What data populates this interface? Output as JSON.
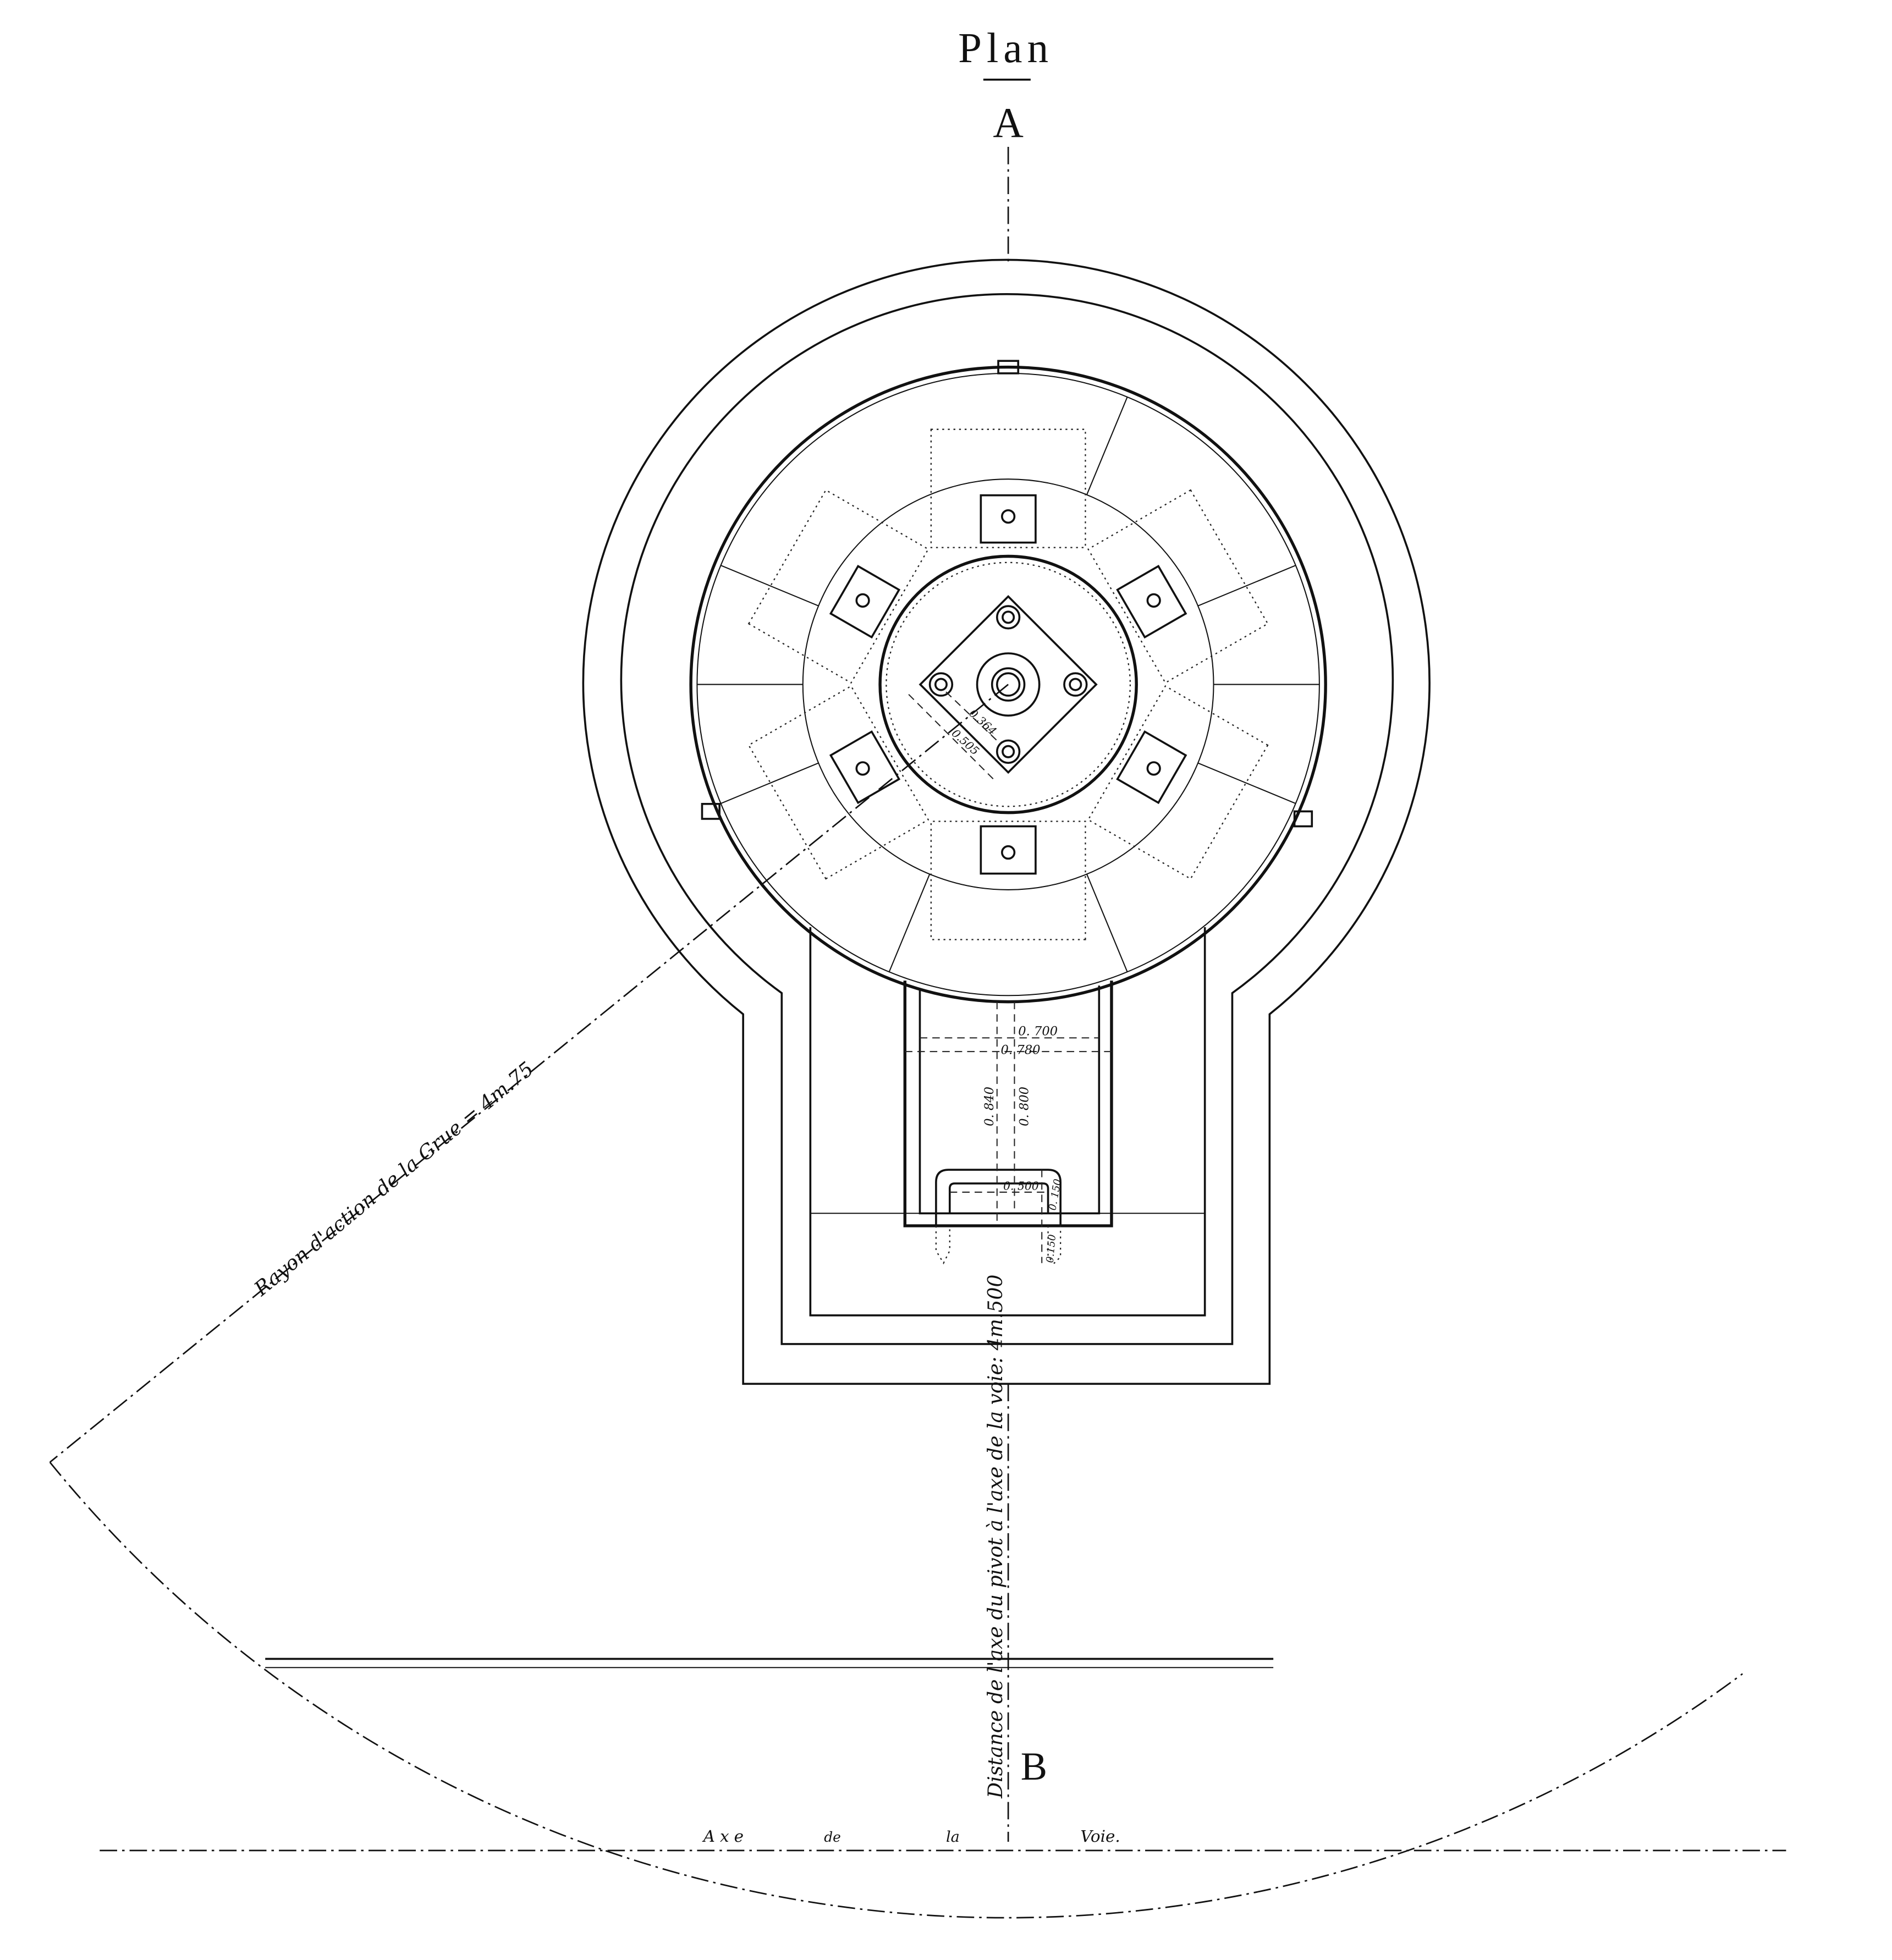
{
  "title": "Plan",
  "section_marks": {
    "top": "A",
    "bottom": "B"
  },
  "labels": {
    "crane_radius": "Rayon d'action de la Grue = 4m.75",
    "pivot_distance": "Distance de l'axe du pivot à l'axe de la voie: 4m.500",
    "track_axis": [
      "Axe",
      "de",
      "la",
      "Voie."
    ]
  },
  "dimensions": {
    "plate_bolt": "0.364",
    "plate_side": "0.505",
    "pit_inner_width": "0. 700",
    "pit_outer_width": "0. 780",
    "pit_depth_outer": "0. 840",
    "pit_depth_inner": "0. 800",
    "bracket_width": "0. 500",
    "bracket_height": "0. 150",
    "anchor_depth": "0.150"
  }
}
